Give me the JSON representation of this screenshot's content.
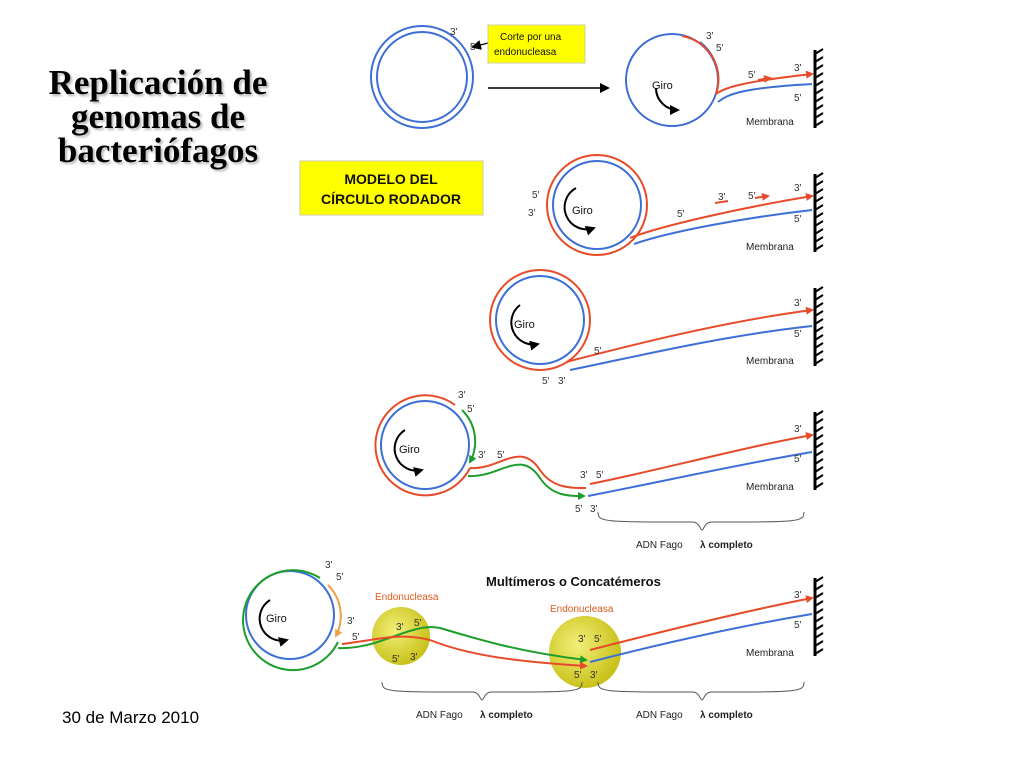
{
  "slide": {
    "title": "Replicación de genomas de bacteriófagos",
    "date": "30 de Marzo 2010"
  },
  "model_label": {
    "line1": "MODELO DEL",
    "line2": "CÍRCULO RODADOR"
  },
  "callout": {
    "line1": "Corte por una",
    "line2": "endonucleasa"
  },
  "labels": {
    "giro": "Giro",
    "membrana": "Membrana",
    "prime3": "3'",
    "prime5": "5'",
    "endonucleasa": "Endonucleasa",
    "multimeros": "Multímeros o Concatémeros",
    "adn_fago": "ADN Fago",
    "completo": "λ completo"
  },
  "colors": {
    "blue_strand": "#3d6fd6",
    "red_strand": "#e64b2a",
    "green_strand": "#1c9e2c",
    "orange_strand": "#efa24a",
    "yellow_box": "#ffff00",
    "endonuclease_ball": "#d8d22a"
  }
}
